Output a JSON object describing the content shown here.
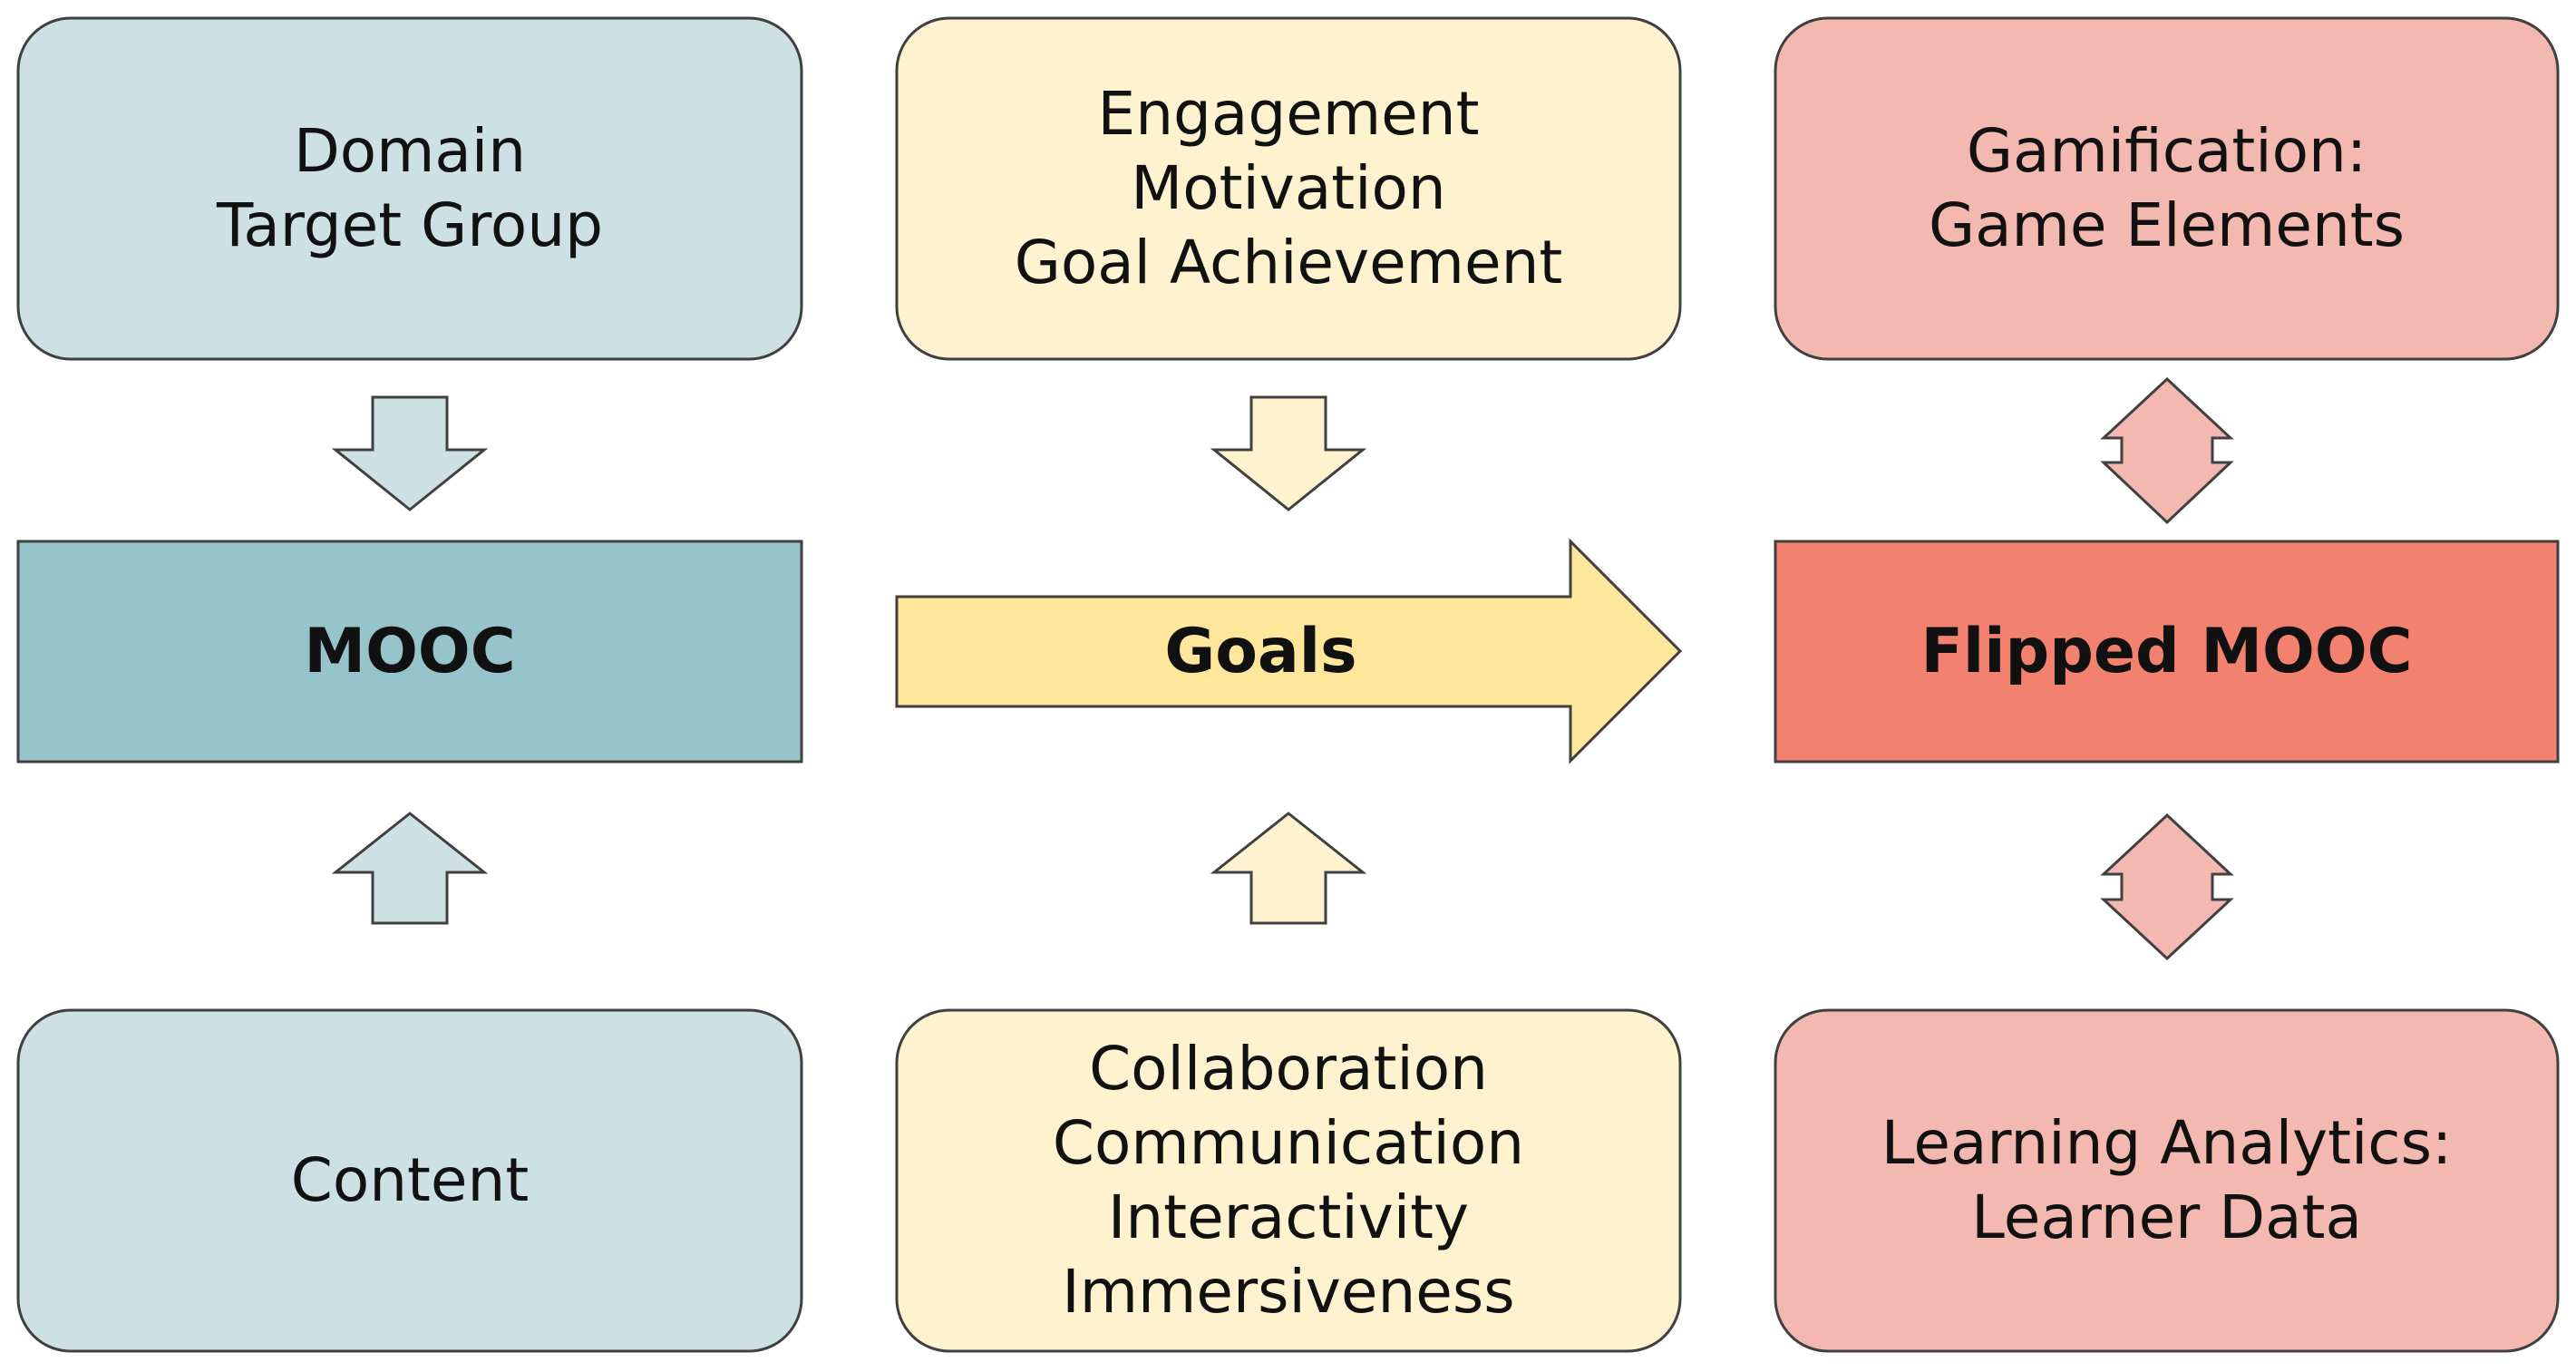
{
  "colors": {
    "blue_light": "#cde1e5",
    "blue_dark": "#97c4ca",
    "yellow_light": "#fef2cf",
    "yellow_dark": "#fee69a",
    "red_light": "#f3b9b1",
    "red_dark": "#f28170",
    "outline": "#404040"
  },
  "mooc": {
    "label": "MOOC",
    "top_box": {
      "lines": [
        "Domain",
        "Target Group"
      ]
    },
    "bottom_box": {
      "lines": [
        "Content"
      ]
    }
  },
  "goals": {
    "label": "Goals",
    "top_box": {
      "lines": [
        "Engagement",
        "Motivation",
        "Goal Achievement"
      ]
    },
    "bottom_box": {
      "lines": [
        "Collaboration",
        "Communication",
        "Interactivity",
        "Immersiveness"
      ]
    }
  },
  "flipped": {
    "label": "Flipped MOOC",
    "top_box": {
      "lines": [
        "Gamification:",
        "Game Elements"
      ]
    },
    "bottom_box": {
      "lines": [
        "Learning Analytics:",
        "Learner Data"
      ]
    }
  }
}
